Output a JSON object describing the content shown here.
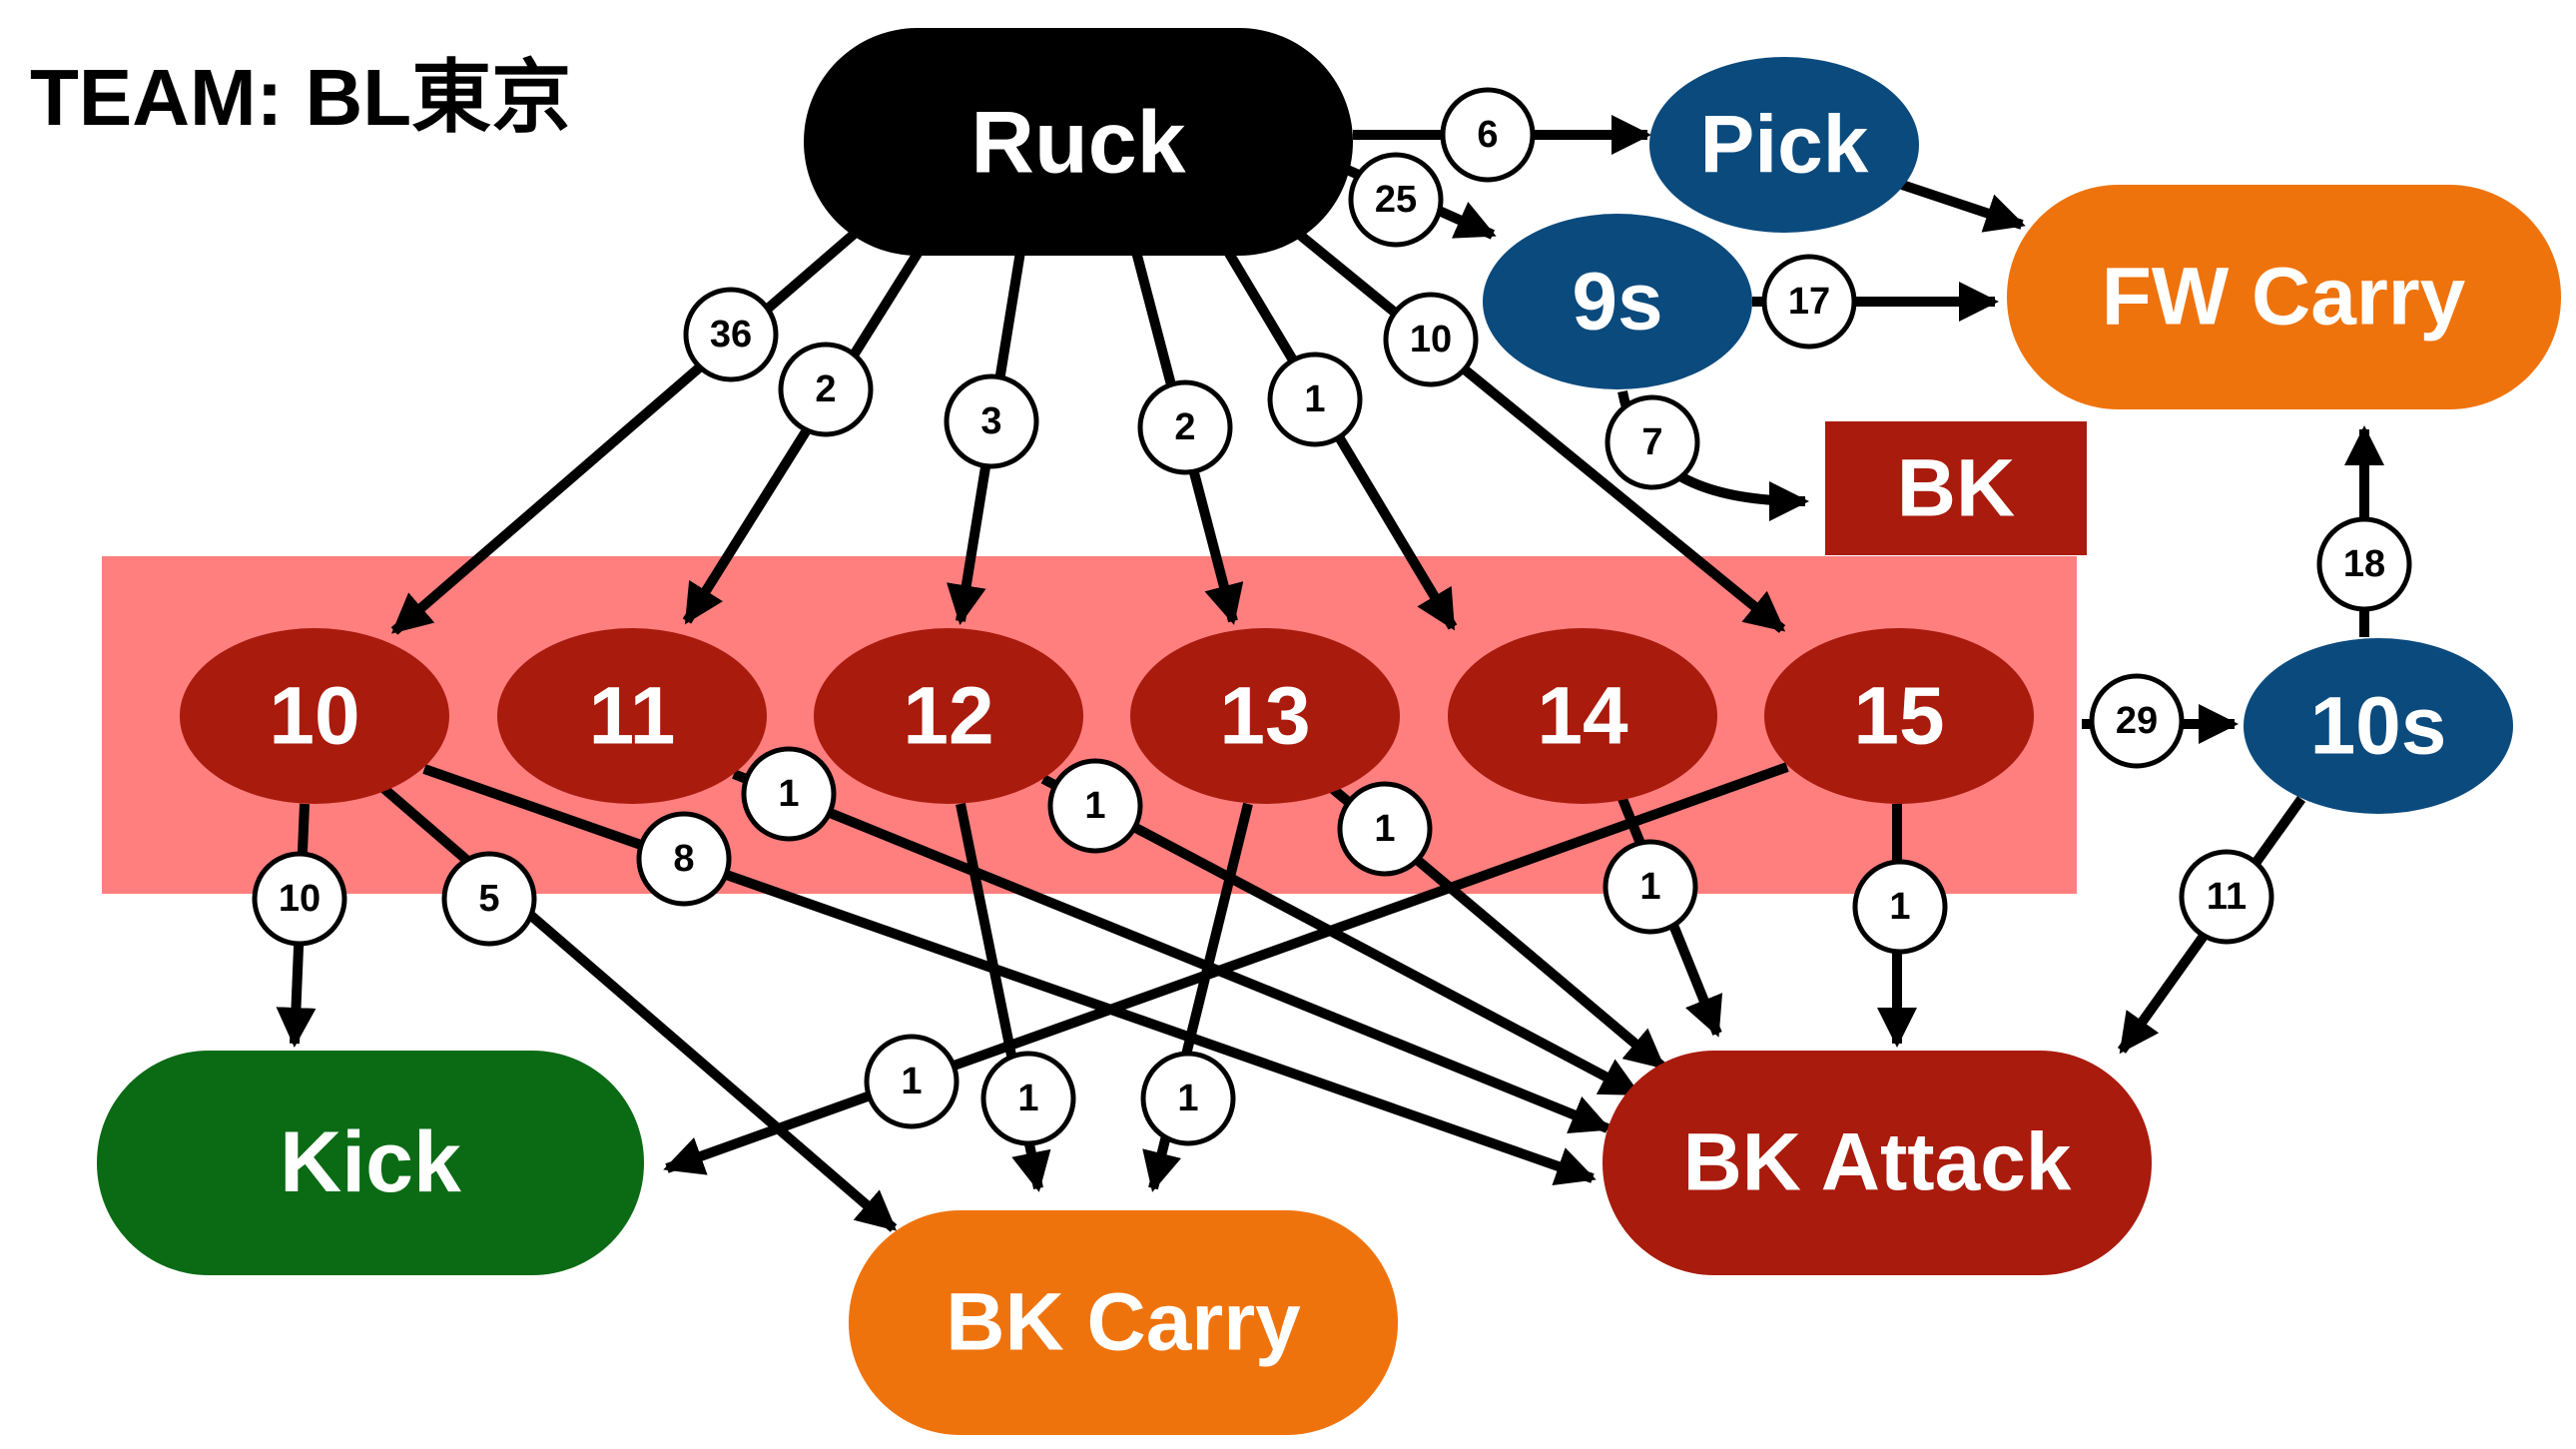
{
  "team": {
    "title": "TEAM: BL東京"
  },
  "colors": {
    "black": "#000000",
    "blue": "#0b4a7d",
    "orange": "#ef730d",
    "red": "#a91b0d",
    "green": "#0b6b15",
    "band": "#ff7f7f"
  },
  "nodes": {
    "ruck": "Ruck",
    "pick": "Pick",
    "nine_s": "9s",
    "fw_carry": "FW Carry",
    "bk": "BK",
    "ten_s": "10s",
    "p10": "10",
    "p11": "11",
    "p12": "12",
    "p13": "13",
    "p14": "14",
    "p15": "15",
    "kick": "Kick",
    "bk_carry": "BK Carry",
    "bk_attack": "BK Attack"
  },
  "edges": [
    {
      "id": "ruck-pick",
      "from": "Ruck",
      "to": "Pick",
      "label": "6"
    },
    {
      "id": "ruck-9s",
      "from": "Ruck",
      "to": "9s",
      "label": "25"
    },
    {
      "id": "pick-fwcarry",
      "from": "Pick",
      "to": "FW Carry",
      "label": ""
    },
    {
      "id": "9s-fwcarry",
      "from": "9s",
      "to": "FW Carry",
      "label": "17"
    },
    {
      "id": "9s-bk",
      "from": "9s",
      "to": "BK",
      "label": "7"
    },
    {
      "id": "ruck-10",
      "from": "Ruck",
      "to": "10",
      "label": "36"
    },
    {
      "id": "ruck-11",
      "from": "Ruck",
      "to": "11",
      "label": "2"
    },
    {
      "id": "ruck-12",
      "from": "Ruck",
      "to": "12",
      "label": "3"
    },
    {
      "id": "ruck-13",
      "from": "Ruck",
      "to": "13",
      "label": "2"
    },
    {
      "id": "ruck-14",
      "from": "Ruck",
      "to": "14",
      "label": "1"
    },
    {
      "id": "ruck-15",
      "from": "Ruck",
      "to": "15",
      "label": "10"
    },
    {
      "id": "15-10s",
      "from": "15",
      "to": "10s",
      "label": "29"
    },
    {
      "id": "10s-fwcarry",
      "from": "10s",
      "to": "FW Carry",
      "label": "18"
    },
    {
      "id": "10s-bkattack",
      "from": "10s",
      "to": "BK Attack",
      "label": "11"
    },
    {
      "id": "10-kick",
      "from": "10",
      "to": "Kick",
      "label": "10"
    },
    {
      "id": "10-bkcarry",
      "from": "10",
      "to": "BK Carry",
      "label": "5"
    },
    {
      "id": "10-bkattack",
      "from": "10",
      "to": "BK Attack",
      "label": "8"
    },
    {
      "id": "11-bkattack",
      "from": "11",
      "to": "BK Attack",
      "label": "1"
    },
    {
      "id": "12-bkattack",
      "from": "12",
      "to": "BK Attack",
      "label": "1"
    },
    {
      "id": "13-bkattack",
      "from": "13",
      "to": "BK Attack",
      "label": "1"
    },
    {
      "id": "14-bkattack",
      "from": "14",
      "to": "BK Attack",
      "label": "1"
    },
    {
      "id": "15-bkattack",
      "from": "15",
      "to": "BK Attack",
      "label": "1"
    },
    {
      "id": "15-kick",
      "from": "15",
      "to": "Kick",
      "label": "1"
    },
    {
      "id": "12-bkcarry",
      "from": "12",
      "to": "BK Carry",
      "label": "1"
    },
    {
      "id": "13-bkcarry",
      "from": "13",
      "to": "BK Carry",
      "label": "1"
    }
  ]
}
